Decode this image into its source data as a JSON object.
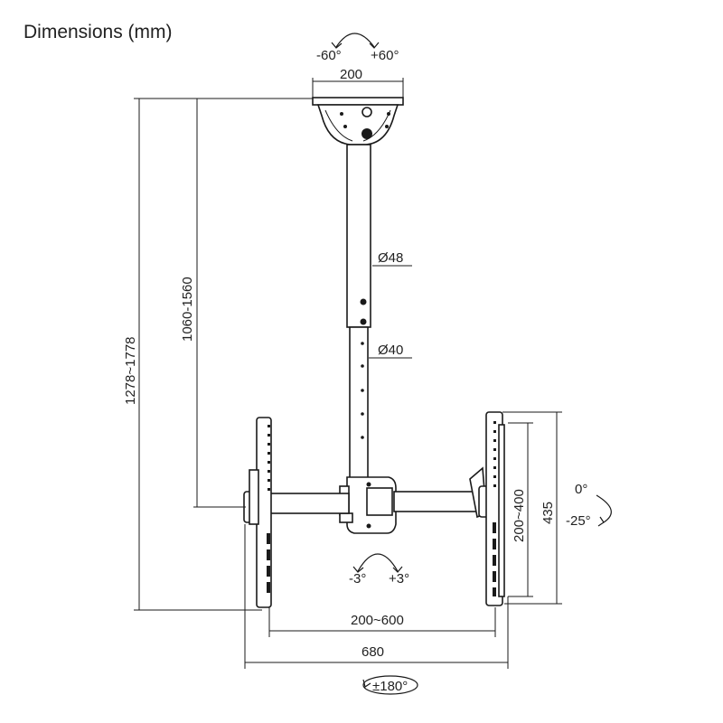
{
  "title": "Dimensions (mm)",
  "labels": {
    "tilt_top_left": "-60°",
    "tilt_top_right": "+60°",
    "top_width": "200",
    "tube_upper_diameter": "Ø48",
    "tube_lower_diameter": "Ø40",
    "pole_length": "1060-1560",
    "total_height": "1278~1778",
    "tilt_zero": "0°",
    "tilt_down": "-25°",
    "bracket_height": "435",
    "vesa_vertical": "200~400",
    "level_left": "-3°",
    "level_right": "+3°",
    "vesa_horizontal": "200~600",
    "overall_width": "680",
    "swivel": "±180°"
  }
}
